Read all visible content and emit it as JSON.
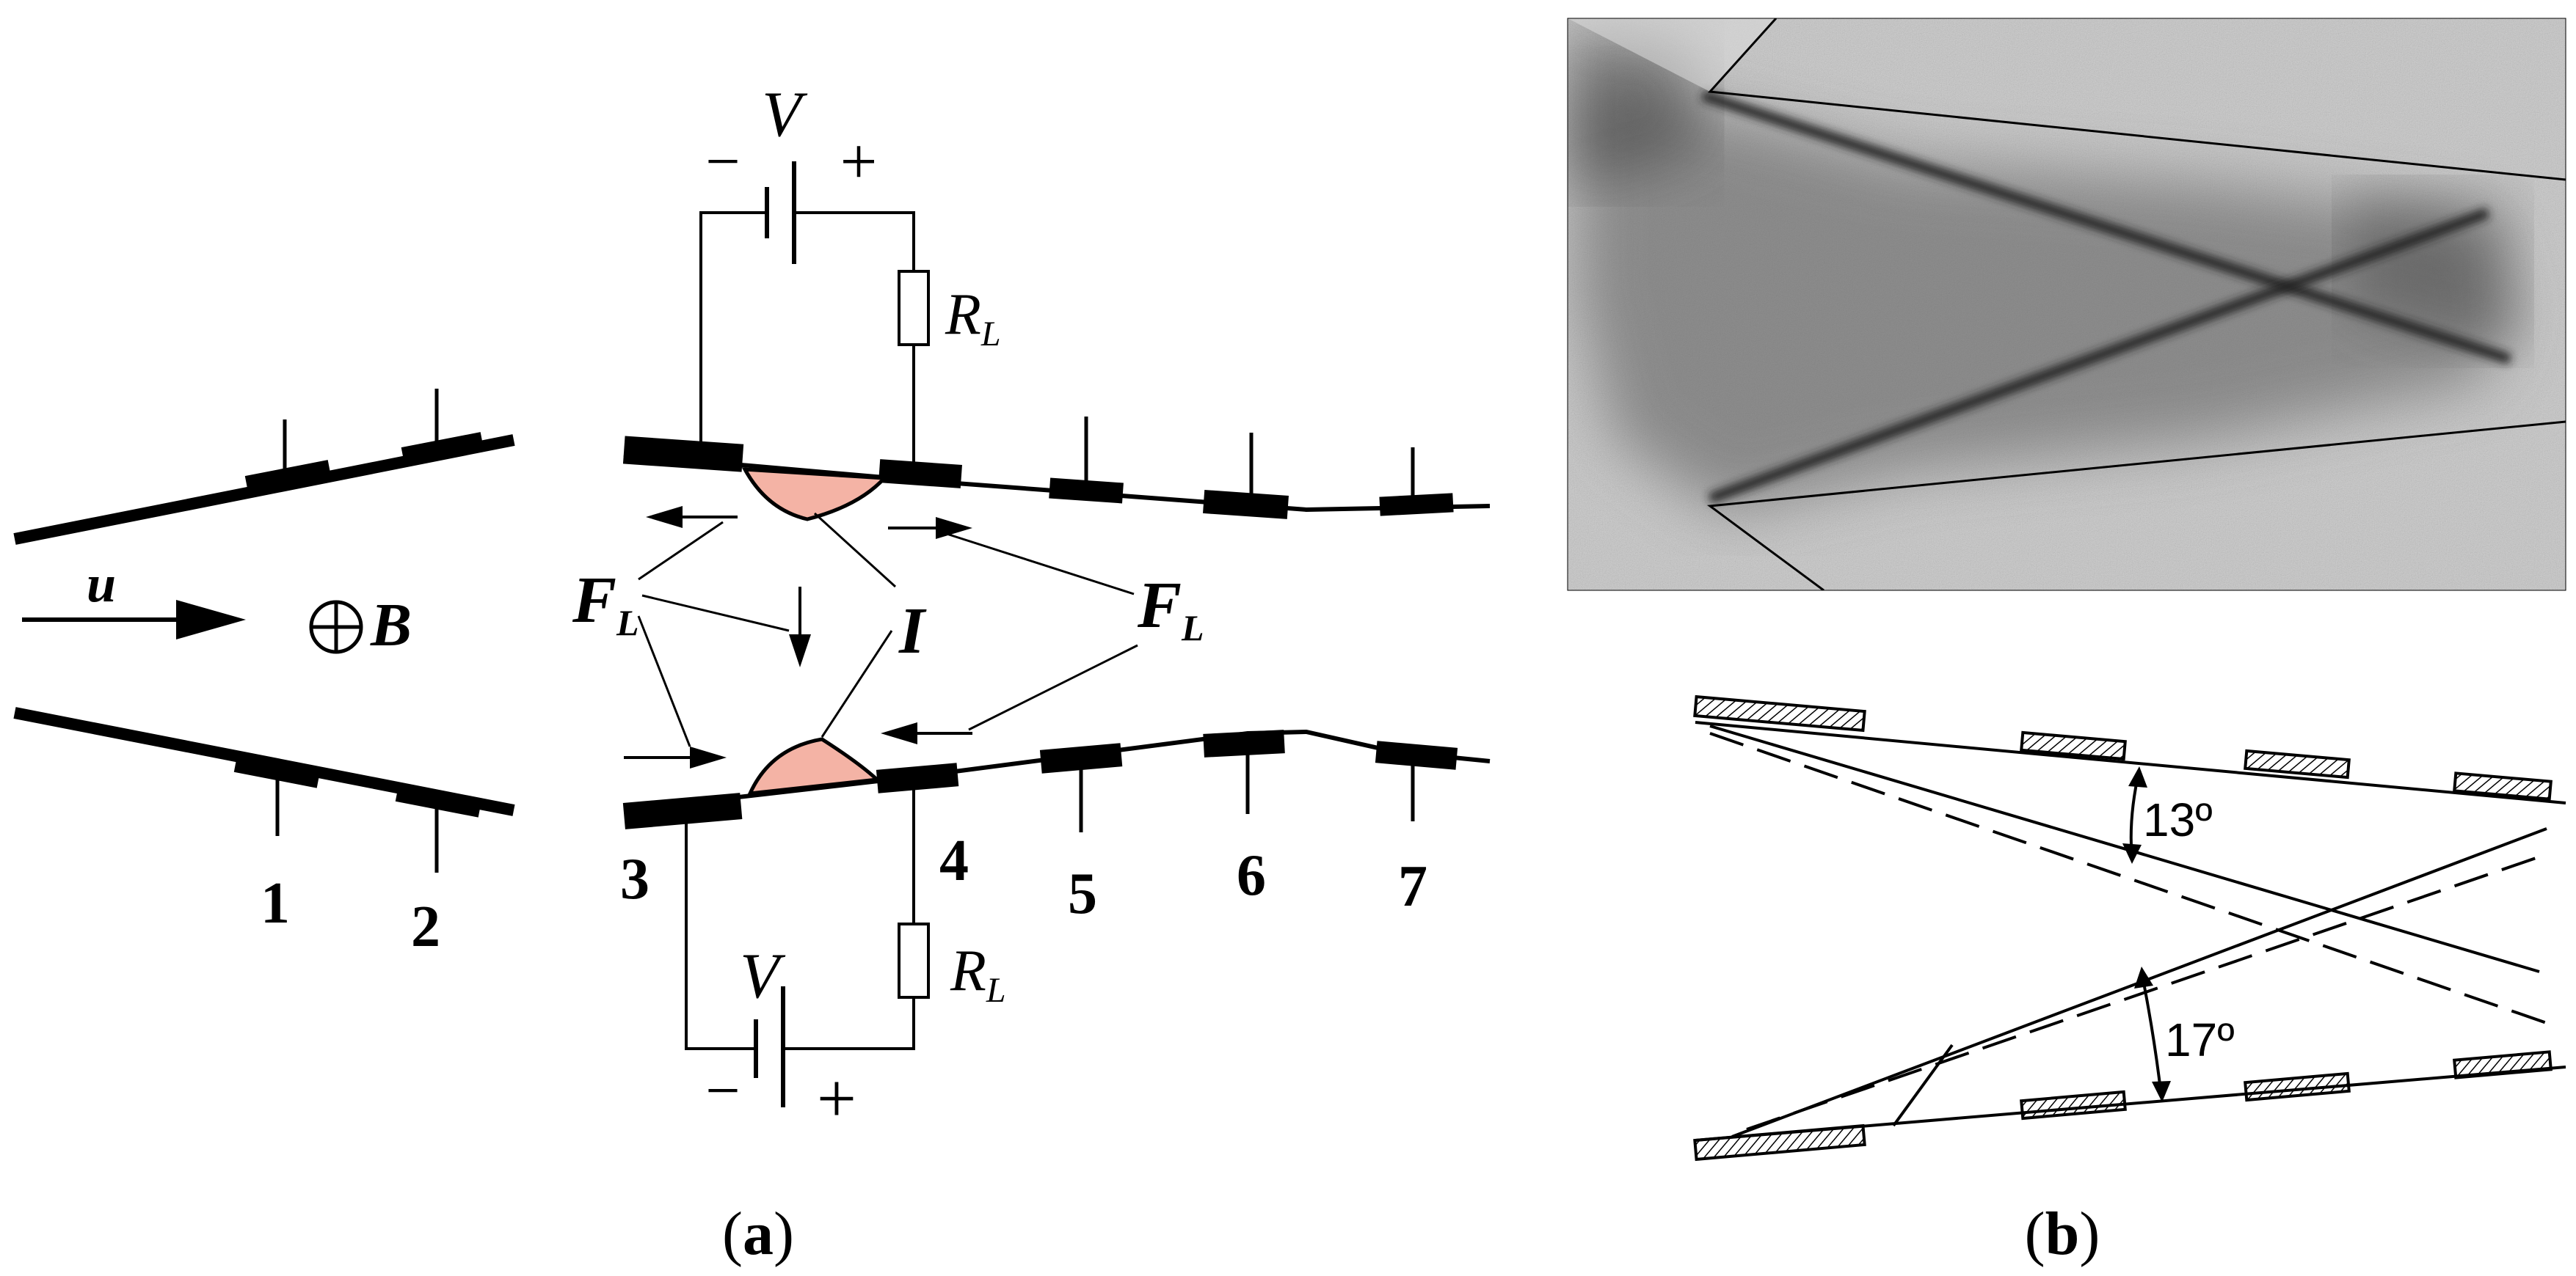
{
  "panel_a": {
    "label_prefix": "(",
    "label_letter": "a",
    "label_suffix": ")",
    "top_source": {
      "label": "V",
      "minus": "−",
      "plus": "+"
    },
    "bottom_source": {
      "label": "V",
      "minus": "−",
      "plus": "+"
    },
    "top_resistor": {
      "main": "R",
      "sub": "L"
    },
    "bottom_resistor": {
      "main": "R",
      "sub": "L"
    },
    "velocity": "u",
    "field_symbol": "⊕",
    "field": "B",
    "force_left": {
      "main": "F",
      "sub": "L"
    },
    "force_right": {
      "main": "F",
      "sub": "L"
    },
    "current": "I",
    "electrodes": [
      "1",
      "2",
      "3",
      "4",
      "5",
      "6",
      "7"
    ]
  },
  "panel_b": {
    "label_prefix": "(",
    "label_letter": "b",
    "label_suffix": ")",
    "angle_upper": "13º",
    "angle_lower": "17º"
  },
  "colors": {
    "ink": "#000000",
    "arc": "#f4b3a5",
    "photo_bg": "#c6c6c6",
    "photo_dark": "#4a4a4a"
  }
}
